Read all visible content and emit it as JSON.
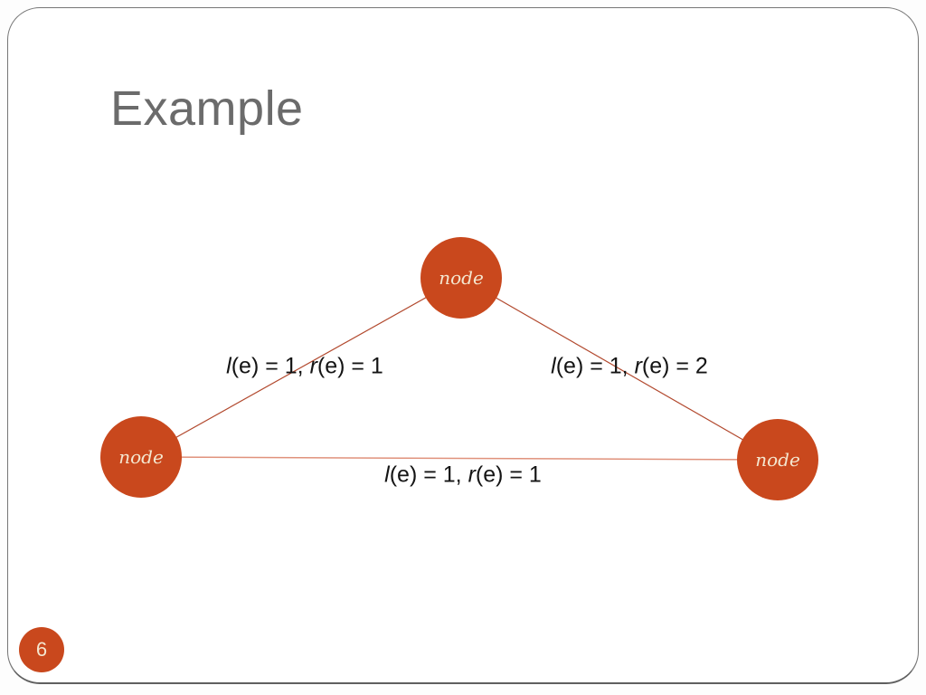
{
  "slide": {
    "title": "Example",
    "page_number": "6"
  },
  "colors": {
    "node_fill": "#c9481d",
    "node_text": "#f4e7d0",
    "edge_diagonal": "#b2492e",
    "edge_bottom": "#e0927c",
    "title_text": "#6b6b6b",
    "slide_border": "#757575",
    "label_text": "#141414",
    "badge_fill": "#c9481d"
  },
  "diagram": {
    "nodes": [
      {
        "id": "top",
        "label": "node"
      },
      {
        "id": "left",
        "label": "node"
      },
      {
        "id": "right",
        "label": "node"
      }
    ],
    "edges": [
      {
        "id": "left-diagonal",
        "connects": "left-node to top-node",
        "label_l": "l",
        "label_mid": "(e) = 1, ",
        "label_r": "r",
        "label_end": "(e) = 1"
      },
      {
        "id": "right-diagonal",
        "connects": "top-node to right-node",
        "label_l": "l",
        "label_mid": "(e) = 1, ",
        "label_r": "r",
        "label_end": "(e) = 2"
      },
      {
        "id": "bottom-horizontal",
        "connects": "left-node to right-node",
        "label_l": "l",
        "label_mid": "(e) = 1, ",
        "label_r": "r",
        "label_end": "(e) = 1"
      }
    ]
  }
}
